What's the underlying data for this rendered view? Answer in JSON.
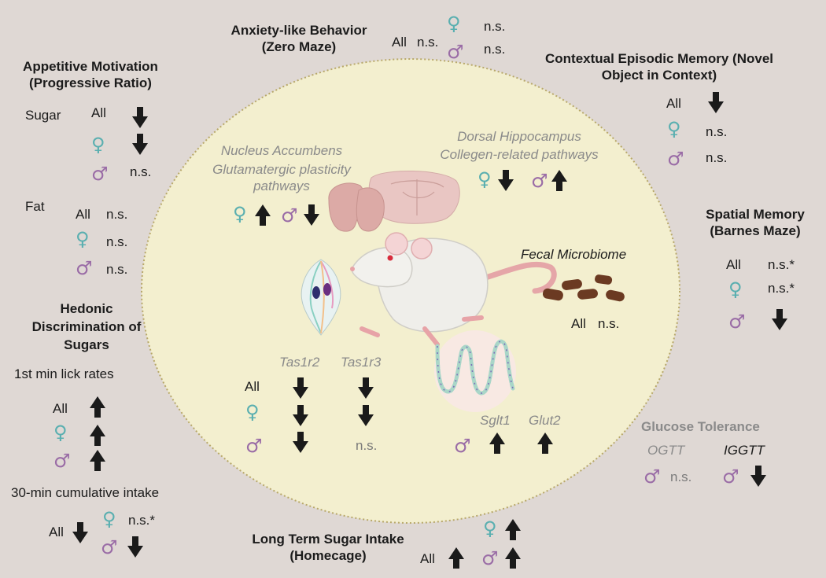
{
  "colors": {
    "background": "#dfd8d4",
    "ellipse": "#f3efcf",
    "female": "#5aafb0",
    "male": "#9a6ca6",
    "arrow": "#1a1a1a"
  },
  "symbols": {
    "female": "♀",
    "male": "♂"
  },
  "labels": {
    "ns": "n.s.",
    "ns_star": "n.s.*",
    "all": "All"
  },
  "appetitive": {
    "title": "Appetitive Motivation (Progressive Ratio)",
    "sugar": "Sugar",
    "fat": "Fat"
  },
  "anxiety": {
    "title": "Anxiety-like Behavior (Zero Maze)"
  },
  "contextual": {
    "title": "Contextual Episodic Memory (Novel Object in Context)"
  },
  "spatial": {
    "title": "Spatial Memory (Barnes Maze)"
  },
  "hedonic": {
    "title": "Hedonic Discrimination of Sugars",
    "lick": "1st min lick rates",
    "intake": "30-min cumulative intake"
  },
  "nucleus": {
    "title": "Nucleus Accumbens",
    "subtitle": "Glutamatergic plasticity pathways"
  },
  "dorsal": {
    "title": "Dorsal Hippocampus",
    "subtitle": "Collegen-related pathways"
  },
  "fecal": {
    "title": "Fecal Microbiome"
  },
  "taste": {
    "tas1r2": "Tas1r2",
    "tas1r3": "Tas1r3"
  },
  "gut": {
    "sglt1": "Sglt1",
    "glut2": "Glut2"
  },
  "glucose": {
    "title": "Glucose Tolerance",
    "ogtt": "OGTT",
    "iggtt": "IGGTT"
  },
  "longterm": {
    "title": "Long Term Sugar Intake (Homecage)"
  }
}
